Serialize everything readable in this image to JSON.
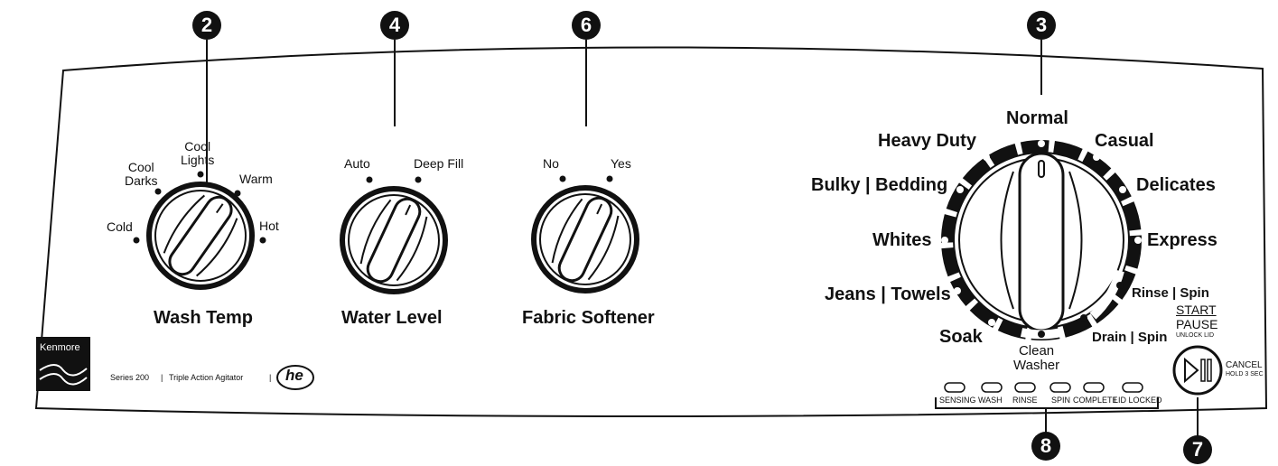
{
  "callouts": {
    "wash_temp": "2",
    "water_level": "4",
    "fabric_softener": "6",
    "cycle": "3",
    "indicators": "8",
    "start": "7"
  },
  "wash_temp": {
    "title": "Wash Temp",
    "settings": {
      "cold": "Cold",
      "cool_darks_1": "Cool",
      "cool_darks_2": "Darks",
      "cool_lights_1": "Cool",
      "cool_lights_2": "Lights",
      "warm": "Warm",
      "hot": "Hot"
    }
  },
  "water_level": {
    "title": "Water Level",
    "auto": "Auto",
    "deep_fill": "Deep Fill"
  },
  "fabric_softener": {
    "title": "Fabric Softener",
    "no": "No",
    "yes": "Yes"
  },
  "cycles": {
    "normal": "Normal",
    "heavy_duty": "Heavy Duty",
    "casual": "Casual",
    "bulky_bedding": "Bulky | Bedding",
    "delicates": "Delicates",
    "whites": "Whites",
    "express": "Express",
    "jeans_towels": "Jeans | Towels",
    "rinse_spin": "Rinse | Spin",
    "soak": "Soak",
    "drain_spin": "Drain | Spin",
    "clean_washer_1": "Clean",
    "clean_washer_2": "Washer"
  },
  "start_button": {
    "start": "START",
    "pause": "PAUSE",
    "unlock": "UNLOCK LID",
    "cancel": "CANCEL",
    "hold": "HOLD 3 SEC"
  },
  "indicators": [
    "SENSING",
    "WASH",
    "RINSE",
    "SPIN",
    "COMPLETE",
    "LID LOCKED"
  ],
  "brand": {
    "logo": "Kenmore",
    "series": "Series 200",
    "agitator": "Triple Action Agitator",
    "he": "he"
  }
}
